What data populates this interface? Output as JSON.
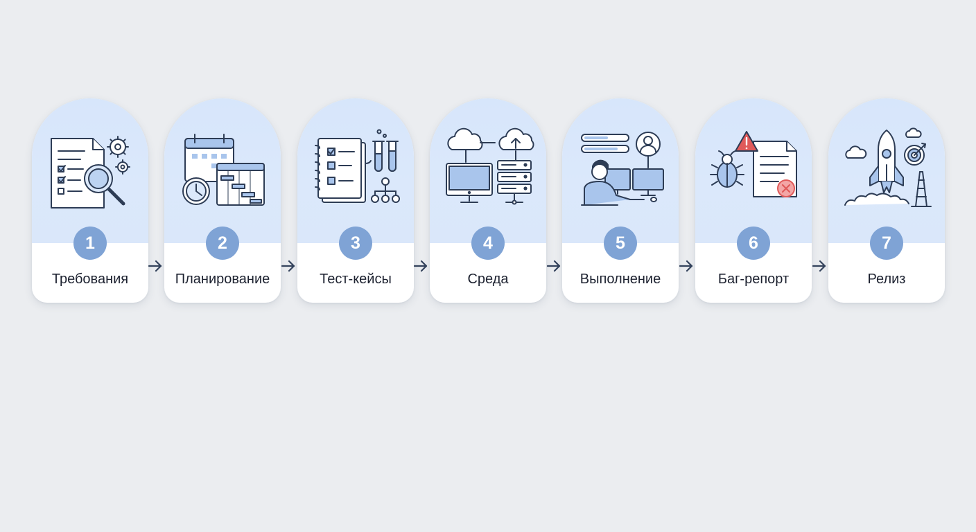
{
  "steps": [
    {
      "number": "1",
      "label": "Требования",
      "icon": "requirements-document-magnifier-icon"
    },
    {
      "number": "2",
      "label": "Планирование",
      "icon": "calendar-clock-gantt-icon"
    },
    {
      "number": "3",
      "label": "Тест-кейсы",
      "icon": "checklist-notebook-test-tubes-icon"
    },
    {
      "number": "4",
      "label": "Среда",
      "icon": "cloud-monitor-server-icon"
    },
    {
      "number": "5",
      "label": "Выполнение",
      "icon": "person-at-computers-icon"
    },
    {
      "number": "6",
      "label": "Баг-репорт",
      "icon": "bug-warning-report-icon"
    },
    {
      "number": "7",
      "label": "Релиз",
      "icon": "rocket-launch-target-icon"
    }
  ],
  "colors": {
    "background": "#ebedf0",
    "card_top": "#d9e7fb",
    "badge": "#7fa3d5",
    "line": "#2d3c55",
    "accent_fill": "#a9c5ec",
    "warning": "#e05a5a",
    "arrow": "#34435c"
  }
}
